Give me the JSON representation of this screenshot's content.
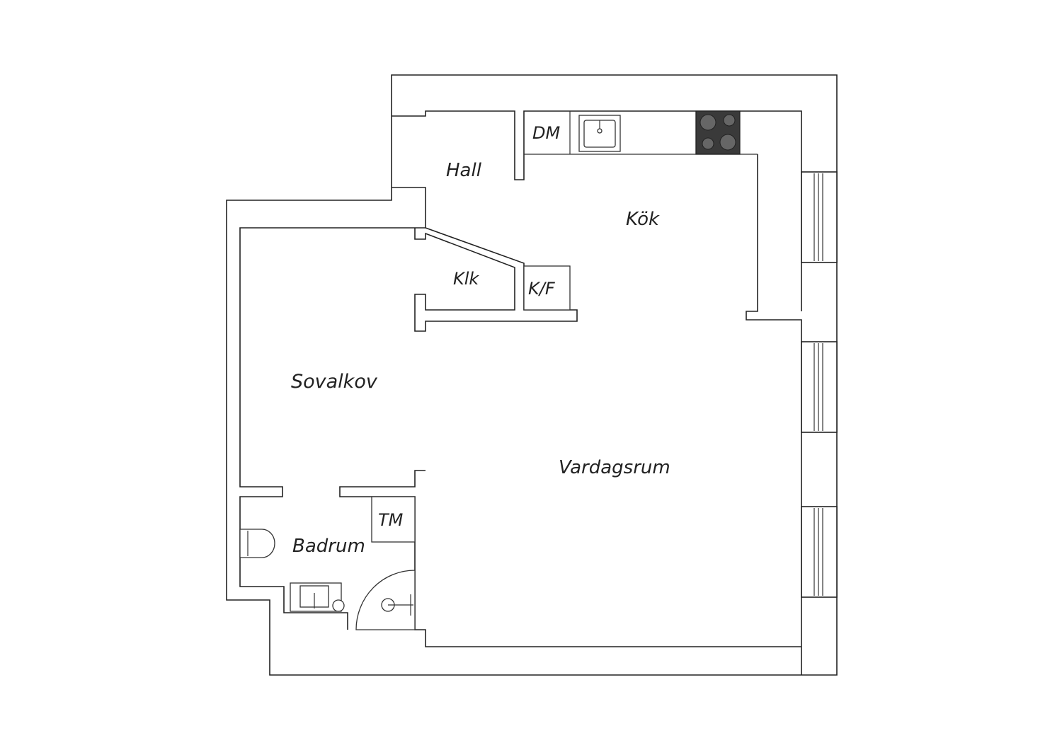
{
  "rooms": {
    "hall": "Hall",
    "kok": "Kök",
    "dm": "DM",
    "klk": "Klk",
    "kf": "K/F",
    "sovalkov": "Sovalkov",
    "vardagsrum": "Vardagsrum",
    "tm": "TM",
    "badrum": "Badrum"
  },
  "colors": {
    "wall_stroke": "#222222",
    "stove_fill": "#3a3a3a",
    "background": "#ffffff"
  }
}
